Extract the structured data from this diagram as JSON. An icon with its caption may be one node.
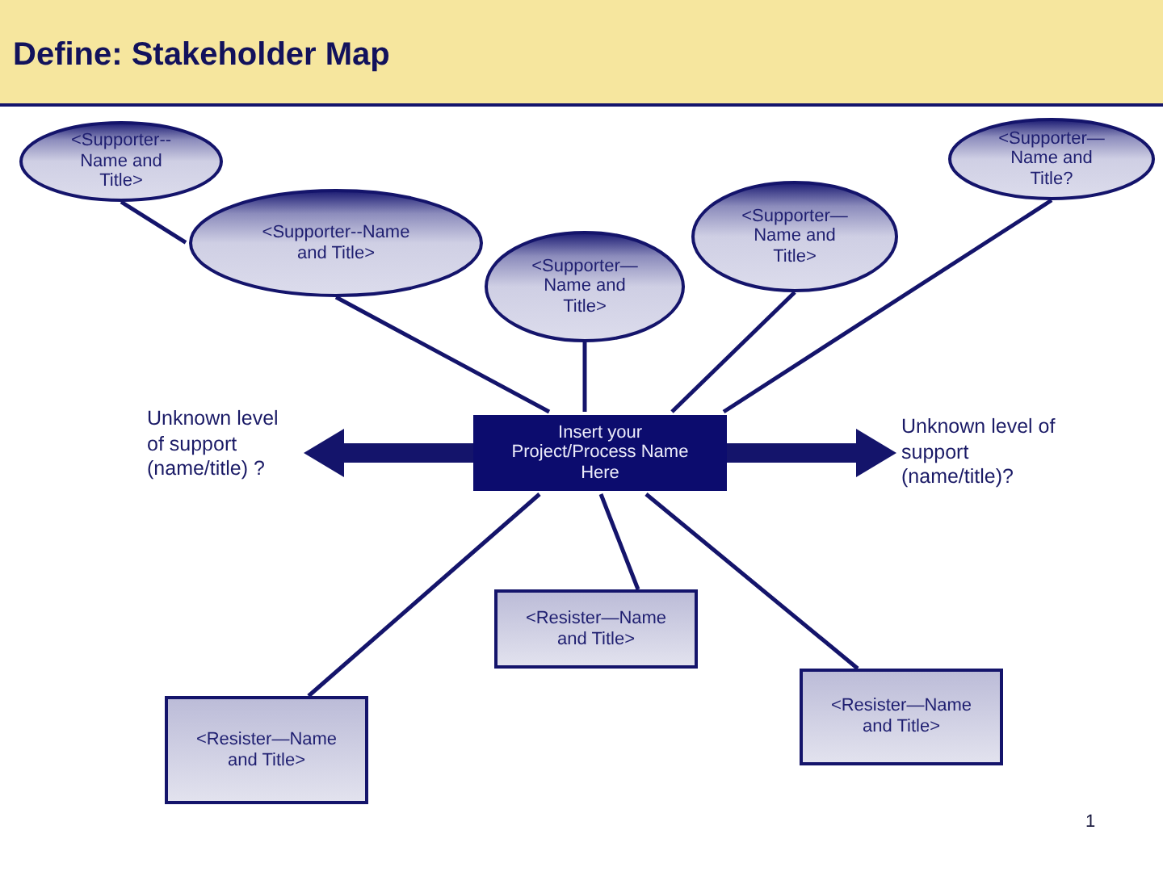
{
  "diagram": {
    "title": "Define: Stakeholder Map",
    "nodes": [
      {
        "text": [
          "<Supporter-- Name and Title>"
        ]
      },
      {
        "text": [
          "<Supporter— Name and Title?"
        ]
      },
      {
        "text": [
          "<Supporter--Name and Title>"
        ]
      },
      {
        "text": [
          "<Supporter— Name and Title>"
        ]
      },
      {
        "text": [
          "<Supporter— Name and Title>"
        ]
      },
      {
        "text": [
          "Unknown level of support (name/title) ?"
        ]
      },
      {
        "text": [
          "Insert your Project/Process Name Here"
        ]
      },
      {
        "text": [
          "Unknown level of support (name/title)?"
        ]
      },
      {
        "text": [
          "<Resister—Name and Title>"
        ]
      },
      {
        "text": [
          "<Resister—Name and Title>"
        ]
      },
      {
        "text": [
          "<Resister—Name and Title>"
        ]
      }
    ],
    "edges": [
      {
        "from": 0,
        "to": 2,
        "arrow": "none"
      },
      {
        "from": 1,
        "to": 6,
        "arrow": "none"
      },
      {
        "from": 2,
        "to": 6,
        "arrow": "none"
      },
      {
        "from": 3,
        "to": 6,
        "arrow": "none"
      },
      {
        "from": 4,
        "to": 6,
        "arrow": "none"
      },
      {
        "from": 6,
        "to": 5,
        "arrow": "to",
        "style": "thick"
      },
      {
        "from": 6,
        "to": 7,
        "arrow": "to",
        "style": "thick"
      },
      {
        "from": 8,
        "to": 6,
        "arrow": "none"
      },
      {
        "from": 9,
        "to": 6,
        "arrow": "none"
      },
      {
        "from": 10,
        "to": 6,
        "arrow": "none"
      }
    ],
    "labels": [
      "1"
    ]
  }
}
